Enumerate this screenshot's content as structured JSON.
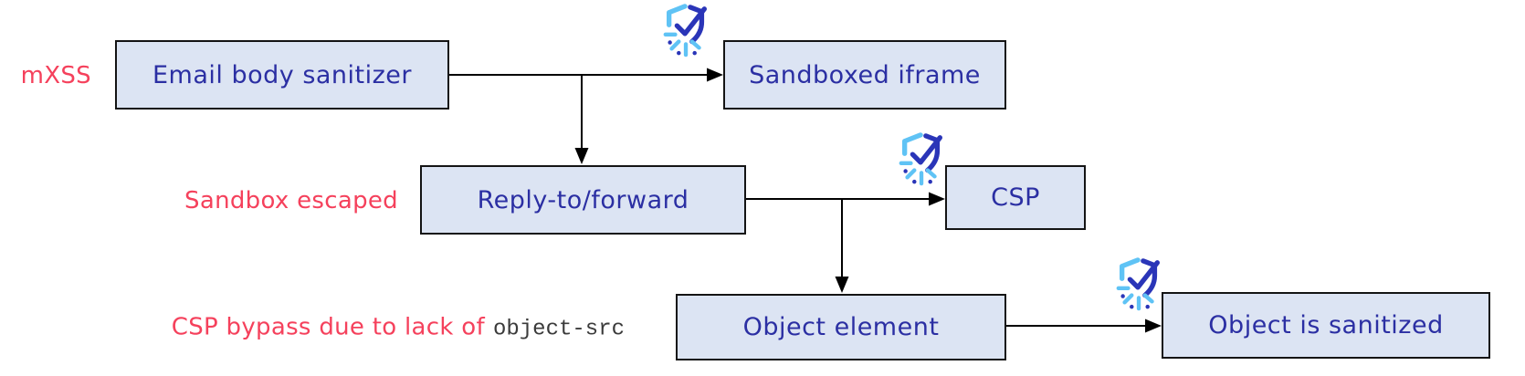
{
  "diagram": {
    "type": "flowchart",
    "nodes": [
      {
        "id": "email-body-sanitizer",
        "label": "Email body sanitizer"
      },
      {
        "id": "sandboxed-iframe",
        "label": "Sandboxed iframe",
        "icon": "shield-check-burst"
      },
      {
        "id": "reply-to-forward",
        "label": "Reply-to/forward"
      },
      {
        "id": "csp",
        "label": "CSP",
        "icon": "shield-check-burst"
      },
      {
        "id": "object-element",
        "label": "Object element"
      },
      {
        "id": "object-is-sanitized",
        "label": "Object is sanitized",
        "icon": "shield-check-burst"
      }
    ],
    "annotations": [
      {
        "id": "mxss",
        "label": "mXSS"
      },
      {
        "id": "sandbox-escaped",
        "label": "Sandbox escaped"
      },
      {
        "id": "csp-bypass",
        "label": "CSP bypass due to lack of",
        "code": "object-src"
      }
    ],
    "edges": [
      {
        "from": "email-body-sanitizer",
        "to": "sandboxed-iframe"
      },
      {
        "from": "email-body-sanitizer",
        "to": "reply-to-forward"
      },
      {
        "from": "reply-to-forward",
        "to": "csp"
      },
      {
        "from": "reply-to-forward",
        "to": "object-element"
      },
      {
        "from": "object-element",
        "to": "object-is-sanitized"
      }
    ],
    "colors": {
      "node_fill": "#dce4f3",
      "node_border": "#141414",
      "node_text": "#2b2fa3",
      "annotation_red": "#f5415c",
      "code_text": "#3b3b3b",
      "arrow": "#000000",
      "shield_dark": "#2a35b8",
      "shield_light": "#5fc3f5"
    }
  }
}
